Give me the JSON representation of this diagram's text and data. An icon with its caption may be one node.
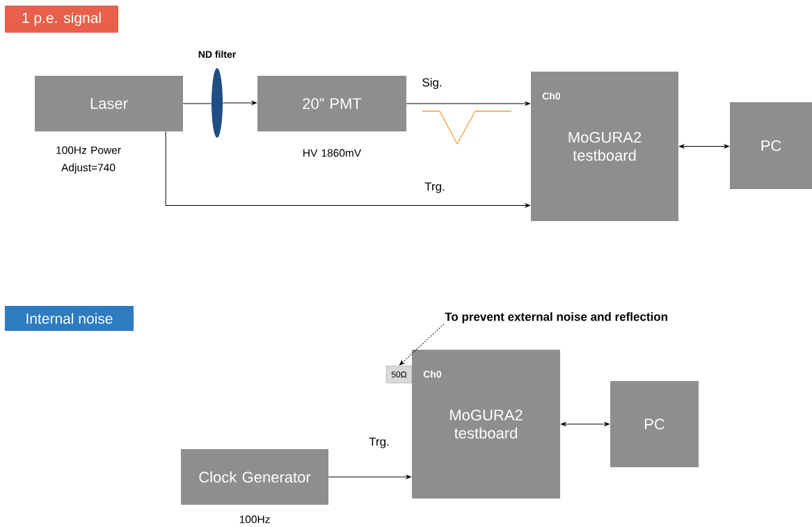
{
  "diagram": {
    "nodes": [
      {
        "text": [
          "1 p.e. signal"
        ]
      },
      {
        "text": [
          "Laser"
        ],
        "beside": [
          "100Hz Power Adjust=740"
        ]
      },
      {
        "text": [
          "ND filter"
        ]
      },
      {
        "text": [
          "20” PMT"
        ],
        "beside": [
          "HV 1860mV"
        ]
      },
      {
        "text": [
          "Ch0",
          "MoGURA2 testboard"
        ]
      },
      {
        "text": [
          "PC"
        ]
      },
      {
        "text": [
          "Internal noise"
        ]
      },
      {
        "text": [
          "50Ω"
        ]
      },
      {
        "text": [
          "Ch0",
          "MoGURA2 testboard"
        ]
      },
      {
        "text": [
          "PC"
        ]
      },
      {
        "text": [
          "Clock Generator"
        ],
        "beside": [
          "100Hz"
        ]
      },
      {
        "text": [
          "To prevent external noise and reflection"
        ]
      }
    ],
    "edges": [
      {
        "from": 1,
        "to": 2,
        "arrow": "none"
      },
      {
        "from": 2,
        "to": 3,
        "arrow": "to"
      },
      {
        "from": 3,
        "to": 4,
        "arrow": "to",
        "label": "Sig."
      },
      {
        "from": 1,
        "to": 4,
        "arrow": "to",
        "label": "Trg."
      },
      {
        "from": 4,
        "to": 5,
        "arrow": "both"
      },
      {
        "from": 11,
        "to": 7,
        "arrow": "to",
        "style": "dashed"
      },
      {
        "from": 10,
        "to": 8,
        "arrow": "to",
        "label": "Trg."
      },
      {
        "from": 8,
        "to": 9,
        "arrow": "both"
      }
    ]
  }
}
